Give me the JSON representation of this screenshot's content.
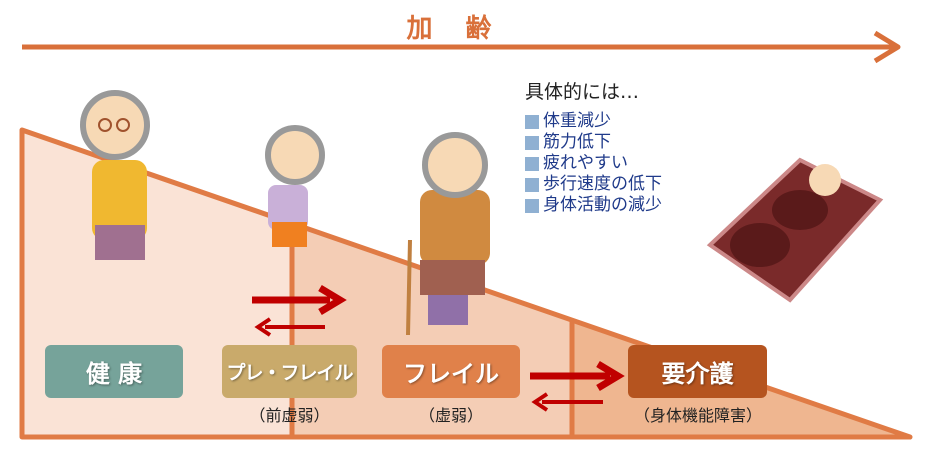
{
  "title": "加 齢",
  "details": {
    "heading": "具体的には…",
    "items": [
      "体重減少",
      "筋力低下",
      "疲れやすい",
      "歩行速度の低下",
      "身体活動の減少"
    ]
  },
  "stages": [
    {
      "label": "健 康",
      "sub": "",
      "color": "#76a39a"
    },
    {
      "label": "プレ・フレイル",
      "sub": "（前虚弱）",
      "color": "#c9aa6b"
    },
    {
      "label": "フレイル",
      "sub": "（虚弱）",
      "color": "#e0814a"
    },
    {
      "label": "要介護",
      "sub": "（身体機能障害）",
      "color": "#b5541f"
    }
  ],
  "colors": {
    "outline": "#e07b45",
    "arrow": "#c00000",
    "title": "#d9703a"
  }
}
